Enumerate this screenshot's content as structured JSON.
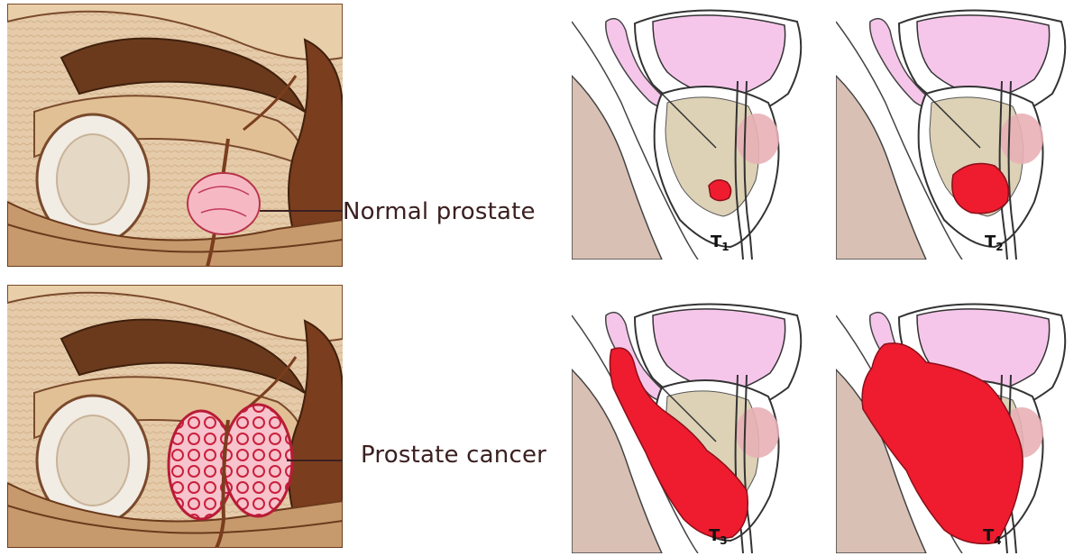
{
  "labels": {
    "normal": "Normal prostate",
    "cancer": "Prostate cancer"
  },
  "stages": [
    {
      "letter": "T",
      "sub": "1"
    },
    {
      "letter": "T",
      "sub": "2"
    },
    {
      "letter": "T",
      "sub": "3"
    },
    {
      "letter": "T",
      "sub": "4"
    }
  ],
  "colors": {
    "tumor": "#ee1c2e",
    "bladder": "#f6c6ea",
    "prostate_tissue": "#ddd1b6",
    "bone": "#d9c0b4",
    "anatomy_brown": "#b8835a"
  }
}
